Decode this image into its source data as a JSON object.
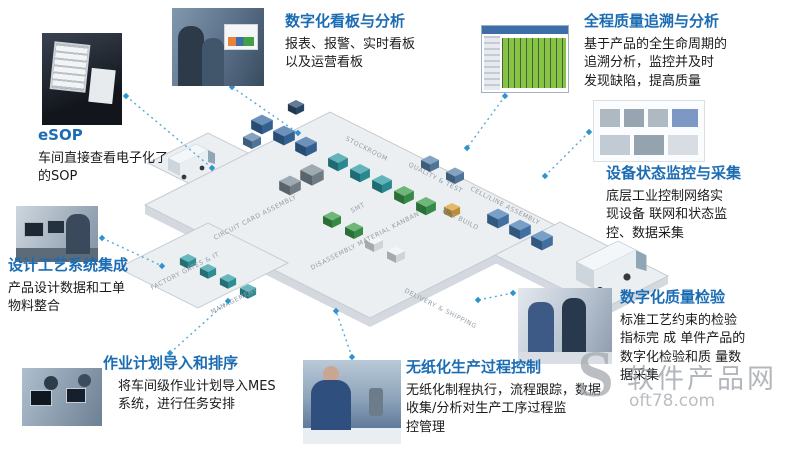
{
  "callouts": {
    "kanban": {
      "title": "数字化看板与分析",
      "body": "报表、报警、实时看板\n以及运营看板"
    },
    "trace": {
      "title": "全程质量追溯与分析",
      "body": "基于产品的全生命周期的\n追溯分析，监控并及时\n发现缺陷，提高质量"
    },
    "esop": {
      "title": "eSOP",
      "body": "车间直接查看电子化了\n的SOP"
    },
    "device": {
      "title": "设备状态监控与采集",
      "body": "底层工业控制网络实\n现设备 联网和状态监\n控、数据采集"
    },
    "design": {
      "title": "设计工艺系统集成",
      "body": "产品设计数据和工单\n物料整合"
    },
    "jobplan": {
      "title": "作业计划导入和排序",
      "body": "将车间级作业计划导入MES\n系统，进行任务安排"
    },
    "paperless": {
      "title": "无纸化生产过程控制",
      "body": "无纸化制程执行，流程跟踪，数据\n收集/分析对生产工序过程监\n控管理"
    },
    "inspection": {
      "title": "数字化质量检验",
      "body": "标准工艺约束的检验\n指标完 成 单件产品的\n数字化检验和质 量数\n据采集"
    }
  },
  "factory": {
    "zones": [
      {
        "label": "STOCKROOM"
      },
      {
        "label": "QUALITY & TEST"
      },
      {
        "label": "CELL/LINE ASSEMBLY"
      },
      {
        "label": "SMT"
      },
      {
        "label": "BOX BUILD"
      },
      {
        "label": "CIRCUIT CARD ASSEMBLY"
      },
      {
        "label": "DISASSEMBLY MATERIAL KANBAN"
      },
      {
        "label": "FACTORY GATES & IT"
      },
      {
        "label": "MANAGEMENT"
      },
      {
        "label": "DELIVERY & SHIPPING"
      }
    ]
  },
  "watermark": {
    "letter": "S",
    "domain": "oft78.com",
    "site_name": "软件产品网"
  },
  "colors": {
    "title_blue": "#1b6cb3",
    "connector": "#57a8d6"
  }
}
